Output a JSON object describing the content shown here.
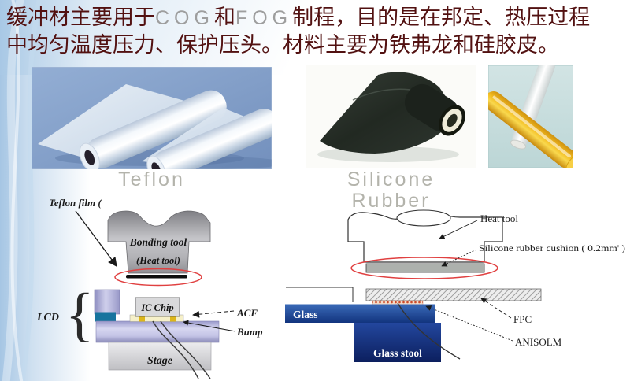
{
  "slide": {
    "title": {
      "line1_pre": "缓冲材主要用于",
      "cog": "COG",
      "conj": "和",
      "fog": "FOG",
      "line1_post": "制程，目的是在邦定、热压过程",
      "line2": "中均匀温度压力、保护压头。材料主要为铁弗龙和硅胶皮。"
    },
    "captions": {
      "teflon": "Teflon",
      "silicone_line1": "Silicone",
      "silicone_line2": "Rubber"
    },
    "diagram_left": {
      "film_label": "Teflon film (",
      "tool_label_line1": "Bonding tool",
      "tool_label_line2": "(Heat tool)",
      "lcd_label": "LCD",
      "brace_glyph": "{",
      "ic_chip_label": "IC Chip",
      "acf_label": "ACF",
      "bump_label": "Bump",
      "stage_label": "Stage"
    },
    "diagram_right": {
      "heat_tool_label": "Heat tool",
      "cushion_label": "Silicone rubber cushion ( 0.2mm' )",
      "glass_label": "Glass",
      "glass_stool_label": "Glass stool",
      "fpc_label": "FPC",
      "anisolm_label": "ANISOLM"
    },
    "colors": {
      "title_text": "#521111",
      "outline_letters": "#9e9e9e",
      "caption_text": "#b3b3ab",
      "highlight_ellipse": "#e04040",
      "teflon_photo_bg": "#84a2cb",
      "silicone_photo_bg": "#fbfbf8",
      "rolls_photo_bg": "#c6dede",
      "lcd_glass": "#b9b9e2",
      "acf_strip": "#f6f0c8",
      "bump": "#ddb61a",
      "glass_blue": "#2a57a8",
      "glass_stool_blue": "#15307c"
    }
  }
}
